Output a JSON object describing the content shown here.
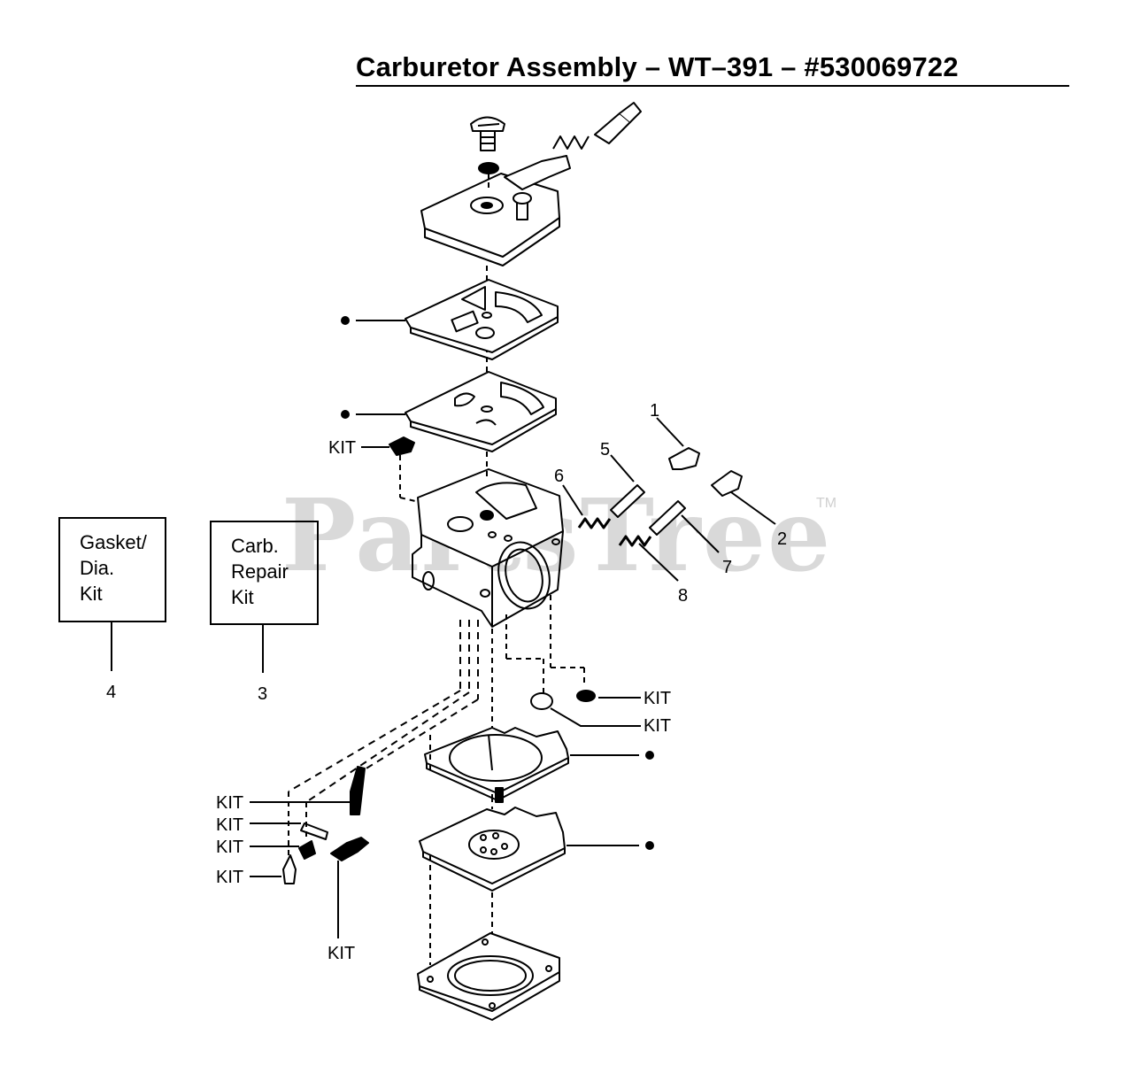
{
  "title": "Carburetor Assembly – WT–391 – #530069722",
  "watermark": {
    "text": "PartsTree",
    "trademark": "TM"
  },
  "kit_boxes": [
    {
      "id": "4",
      "lines": [
        "Gasket/",
        "Dia.",
        "Kit"
      ],
      "callout": "4"
    },
    {
      "id": "3",
      "lines": [
        "Carb.",
        "Repair",
        "Kit"
      ],
      "callout": "3"
    }
  ],
  "callouts": [
    "1",
    "2",
    "5",
    "6",
    "7",
    "8"
  ],
  "kit_label": "KIT"
}
